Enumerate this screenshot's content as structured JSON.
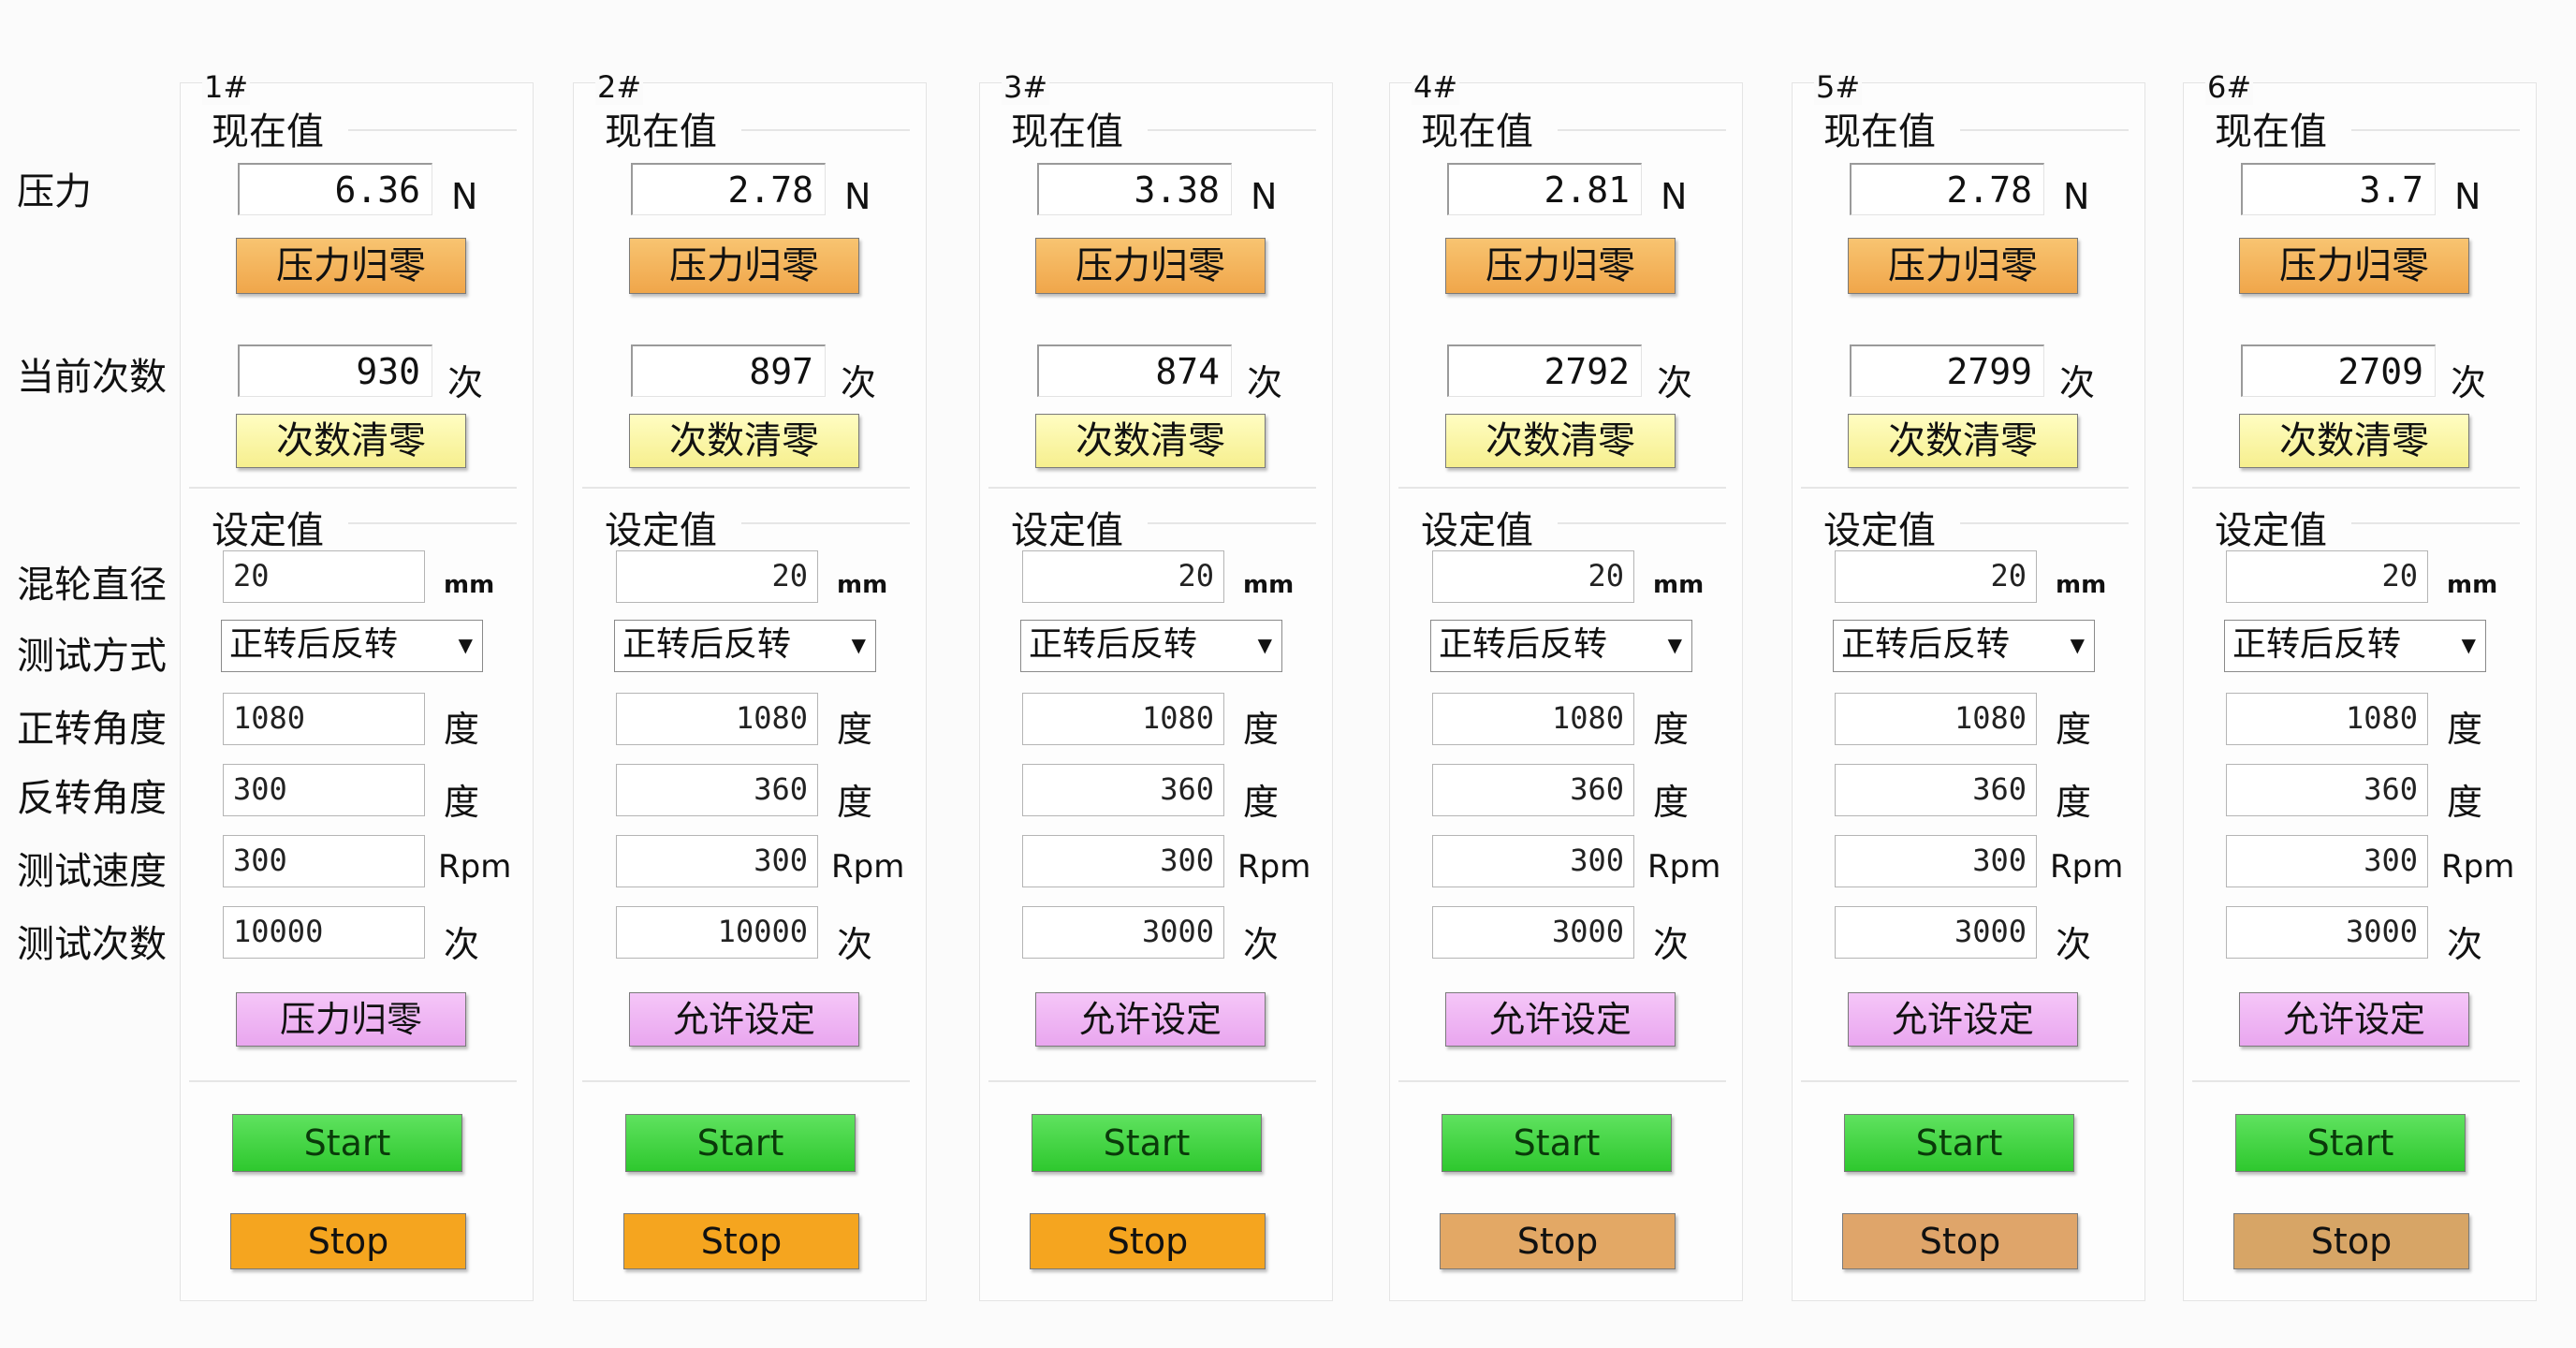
{
  "row_labels": {
    "pressure": "压力",
    "count": "当前次数",
    "diameter": "混轮直径",
    "mode": "测试方式",
    "fwd_angle": "正转角度",
    "rev_angle": "反转角度",
    "speed": "测试速度",
    "times": "测试次数"
  },
  "common": {
    "current_title": "现在值",
    "setting_title": "设定值",
    "unit_n": "N",
    "unit_ci": "次",
    "unit_mm": "mm",
    "unit_deg": "度",
    "unit_rpm": "Rpm",
    "pressure_zero_label": "压力归零",
    "count_zero_label": "次数清零",
    "start_label": "Start",
    "stop_label": "Stop"
  },
  "stations": [
    {
      "id": "1#",
      "pressure": "6.36",
      "count": "930",
      "diameter": "20",
      "mode": "正转后反转",
      "fwd": "1080",
      "rev": "300",
      "speed": "300",
      "times": "10000",
      "action_label": "压力归零",
      "stop_color": "#f5a51f"
    },
    {
      "id": "2#",
      "pressure": "2.78",
      "count": "897",
      "diameter": "20",
      "mode": "正转后反转",
      "fwd": "1080",
      "rev": "360",
      "speed": "300",
      "times": "10000",
      "action_label": "允许设定",
      "stop_color": "#f5a51f"
    },
    {
      "id": "3#",
      "pressure": "3.38",
      "count": "874",
      "diameter": "20",
      "mode": "正转后反转",
      "fwd": "1080",
      "rev": "360",
      "speed": "300",
      "times": "3000",
      "action_label": "允许设定",
      "stop_color": "#f5a51f"
    },
    {
      "id": "4#",
      "pressure": "2.81",
      "count": "2792",
      "diameter": "20",
      "mode": "正转后反转",
      "fwd": "1080",
      "rev": "360",
      "speed": "300",
      "times": "3000",
      "action_label": "允许设定",
      "stop_color": "#e3a865"
    },
    {
      "id": "5#",
      "pressure": "2.78",
      "count": "2799",
      "diameter": "20",
      "mode": "正转后反转",
      "fwd": "1080",
      "rev": "360",
      "speed": "300",
      "times": "3000",
      "action_label": "允许设定",
      "stop_color": "#dfa56a"
    },
    {
      "id": "6#",
      "pressure": "3.7",
      "count": "2709",
      "diameter": "20",
      "mode": "正转后反转",
      "fwd": "1080",
      "rev": "360",
      "speed": "300",
      "times": "3000",
      "action_label": "允许设定",
      "stop_color": "#d7a566"
    }
  ]
}
